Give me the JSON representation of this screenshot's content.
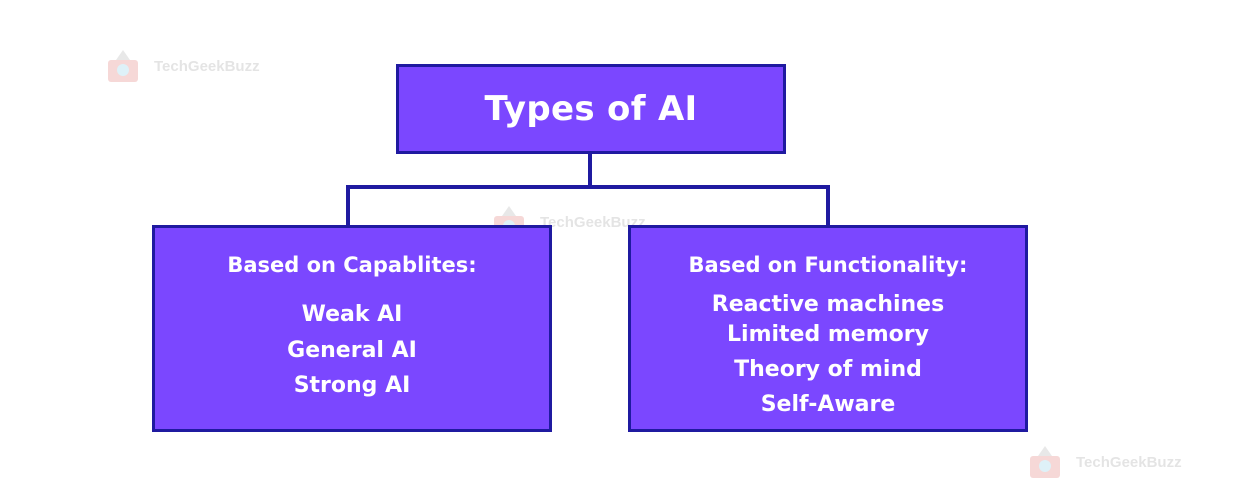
{
  "watermark": {
    "text": "TechGeekBuzz"
  },
  "root": {
    "title": "Types of AI"
  },
  "branches": [
    {
      "heading": "Based on Capablites:",
      "items": [
        "Weak AI",
        "General AI",
        "Strong AI"
      ]
    },
    {
      "heading": "Based on Functionality:",
      "items": [
        "Reactive machines",
        "Limited memory",
        "Theory of mind",
        "Self-Aware"
      ]
    }
  ],
  "colors": {
    "box_fill": "#7b47ff",
    "box_border": "#1f1aa0",
    "text": "#ffffff",
    "background": "#ffffff"
  }
}
